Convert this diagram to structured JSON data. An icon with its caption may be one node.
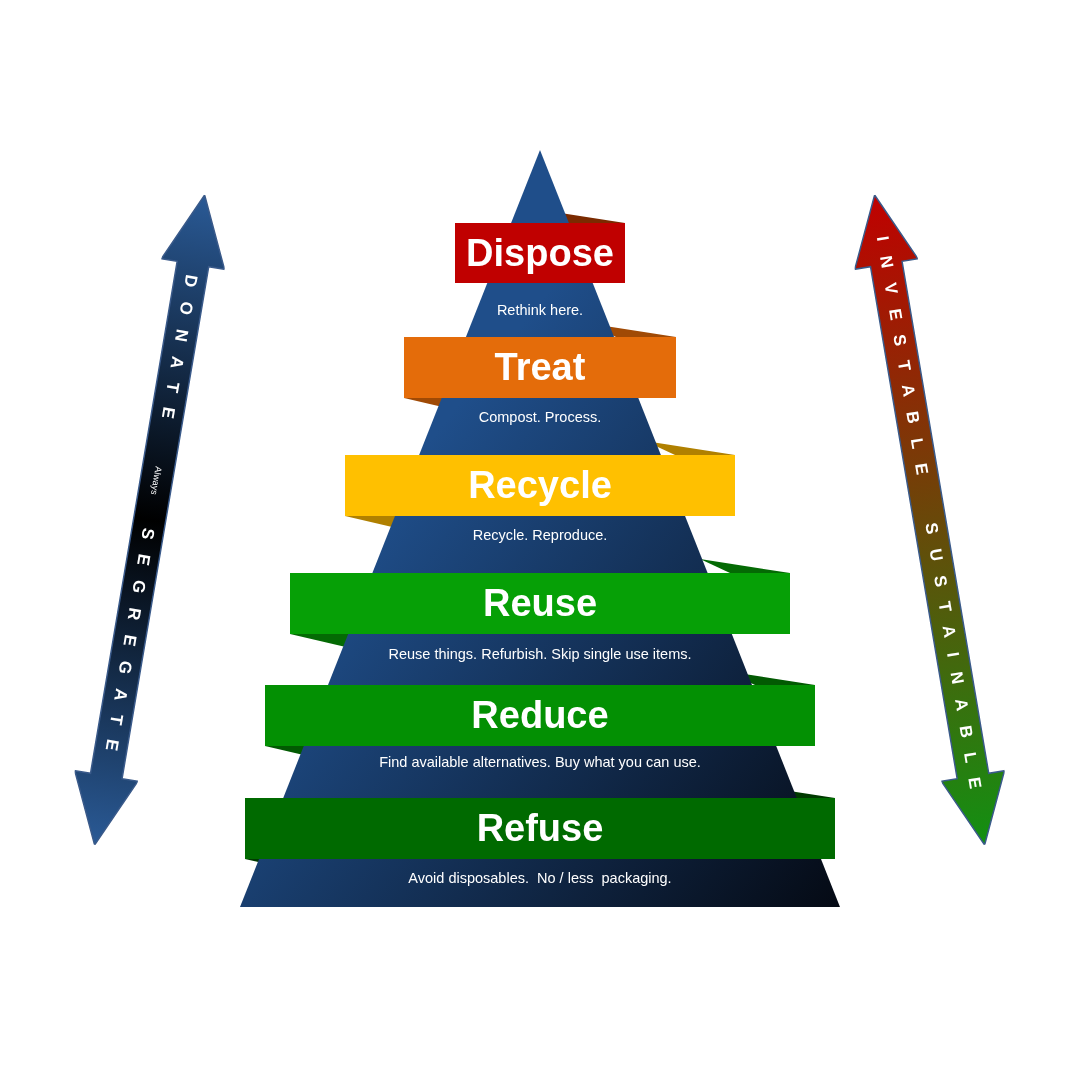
{
  "diagram": {
    "nodes": [
      {
        "text": [
          "Dispose"
        ]
      },
      {
        "text": [
          "Treat"
        ]
      },
      {
        "text": [
          "Recycle"
        ]
      },
      {
        "text": [
          "Reuse"
        ]
      },
      {
        "text": [
          "Reduce"
        ]
      },
      {
        "text": [
          "Refuse"
        ]
      },
      {
        "text": [
          "DONATE",
          "Always",
          "SEGREGATE"
        ]
      },
      {
        "text": [
          "INVESTABLE",
          "SUSTAINABLE"
        ]
      }
    ],
    "labels": [
      "Rethink here.",
      "Compost. Process.",
      "Recycle. Reproduce.",
      "Reuse things. Refurbish. Skip single use items.",
      "Find available alternatives. Buy what you can use.",
      "Avoid disposables.  No / less  packaging."
    ]
  }
}
